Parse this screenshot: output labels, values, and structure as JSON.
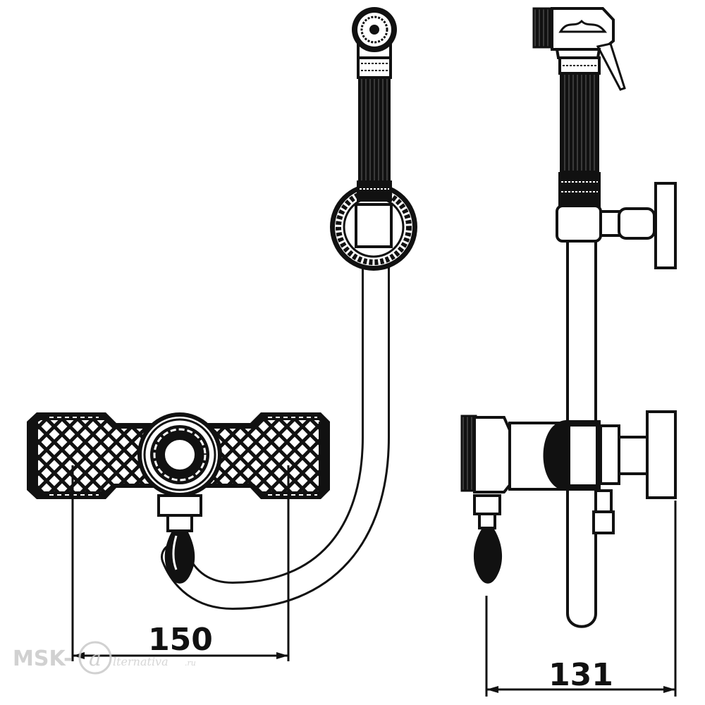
{
  "dimensions": {
    "width_label": "150",
    "depth_label": "131"
  },
  "watermark": {
    "prefix": "MSK-",
    "suffix": "lternativa",
    "domain": ".ru"
  },
  "colors": {
    "stroke": "#111111",
    "fill_dark": "#0d0d0d",
    "fill_light": "#ffffff",
    "watermark": "#c9c9c9"
  }
}
